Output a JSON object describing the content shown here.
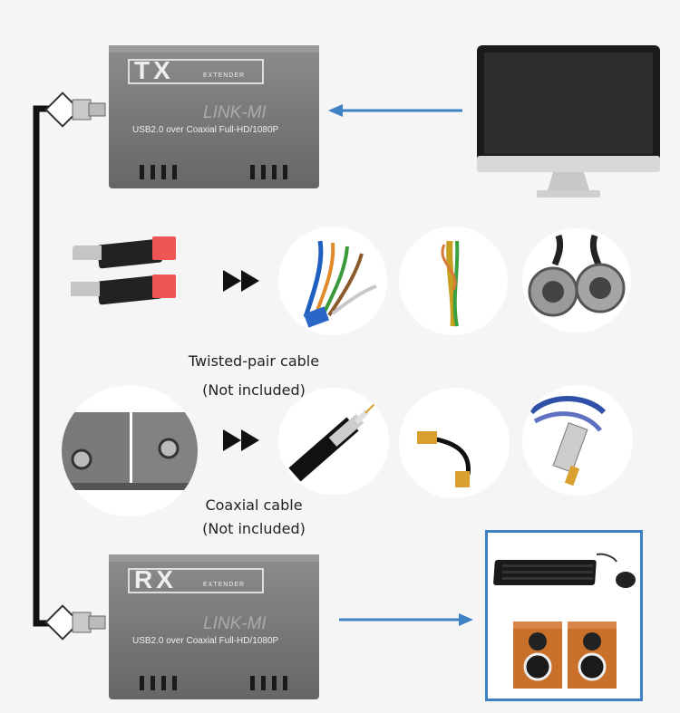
{
  "tx_unit": {
    "badge": "TX",
    "badge_sub": "EXTENDER",
    "brand": "LINK-MI",
    "model_line": "USB2.0 over Coaxial Full-HD/1080P"
  },
  "rx_unit": {
    "badge": "RX",
    "badge_sub": "EXTENDER",
    "brand": "LINK-MI",
    "model_line": "USB2.0 over Coaxial Full-HD/1080P"
  },
  "twisted_pair": {
    "label": "Twisted-pair cable",
    "note": "(Not included)"
  },
  "coaxial": {
    "label": "Coaxial cable",
    "note": "(Not included)"
  },
  "colors": {
    "arrow_blue": "#3d82c4",
    "box_border": "#3f7fc4",
    "unit_gray": "#7b7b7b",
    "cable_black": "#111111"
  }
}
